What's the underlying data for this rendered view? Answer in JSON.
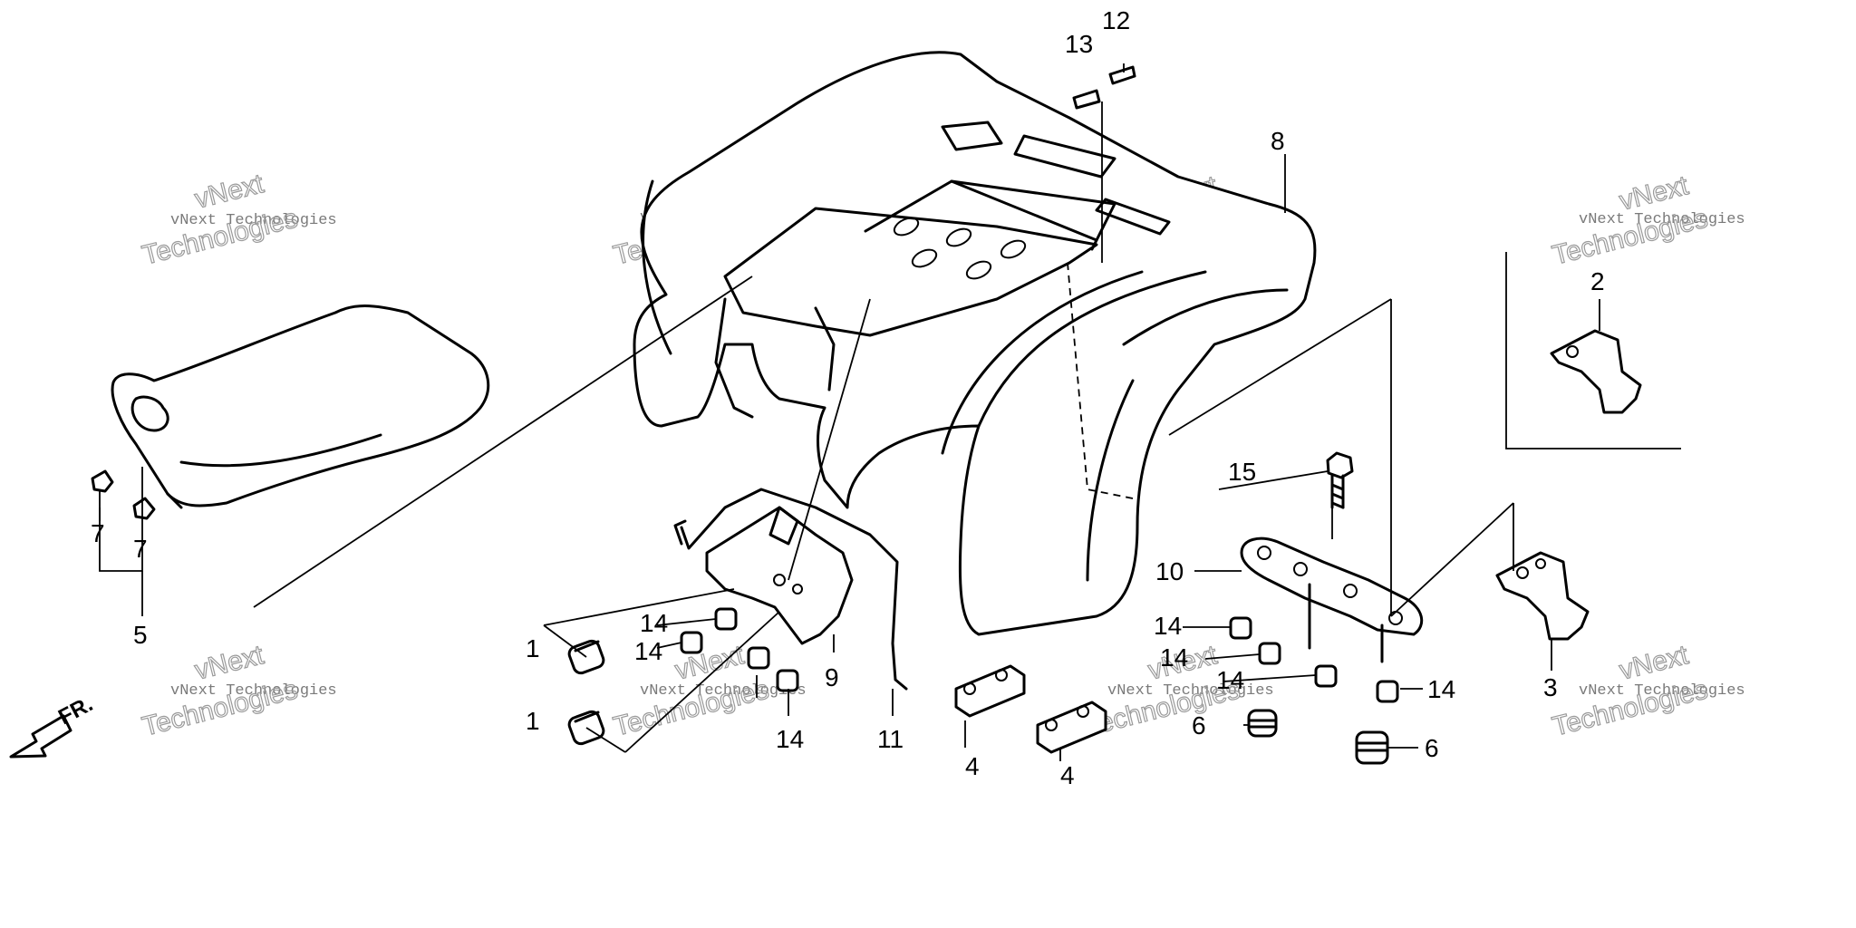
{
  "callouts": {
    "c1a": "1",
    "c1b": "1",
    "c2": "2",
    "c3": "3",
    "c4a": "4",
    "c4b": "4",
    "c5": "5",
    "c6a": "6",
    "c6b": "6",
    "c7a": "7",
    "c7b": "7",
    "c8": "8",
    "c9": "9",
    "c10": "10",
    "c11": "11",
    "c12": "12",
    "c13": "13",
    "c14a": "14",
    "c14b": "14",
    "c14c": "14",
    "c14d": "14",
    "c14e": "14",
    "c14f": "14",
    "c14g": "14",
    "c15": "15"
  },
  "watermark": {
    "line1": "vNext Technologies",
    "word1": "vNext",
    "word2": "Technologies"
  },
  "direction": {
    "label": "FR."
  }
}
